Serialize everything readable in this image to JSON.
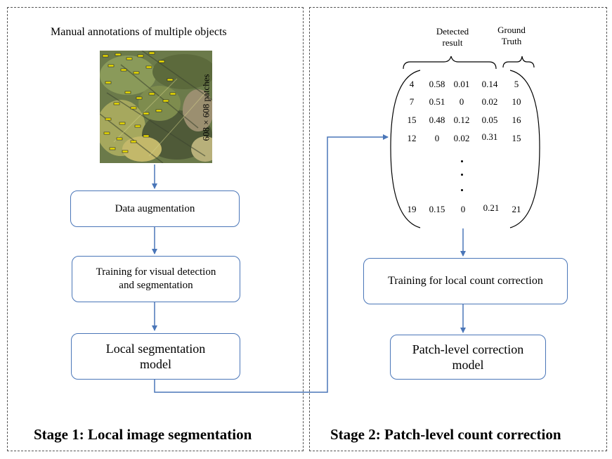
{
  "stage1": {
    "title": "Stage 1: Local image segmentation",
    "annotation_caption": "Manual annotations of multiple  objects",
    "patch_label": "608 × 608 patches",
    "box_augmentation": "Data augmentation",
    "box_training_line1": "Training  for visual detection",
    "box_training_line2": "and segmentation",
    "box_model_line1": "Local segmentation",
    "box_model_line2": "model"
  },
  "stage2": {
    "title": "Stage 2: Patch-level count correction",
    "header_detected_line1": "Detected",
    "header_detected_line2": "result",
    "header_truth_line1": "Ground",
    "header_truth_line2": "Truth",
    "matrix_rows": [
      [
        "4",
        "0.58",
        "0.01",
        "0.14",
        "5"
      ],
      [
        "7",
        "0.51",
        "0",
        "0.02",
        "10"
      ],
      [
        "15",
        "0.48",
        "0.12",
        "0.05",
        "16"
      ],
      [
        "12",
        "0",
        "0.02",
        "0.31",
        "15"
      ],
      [
        "19",
        "0.15",
        "0",
        "0.21",
        "21"
      ]
    ],
    "box_training": "Training  for local count correction",
    "box_model_line1": "Patch-level  correction",
    "box_model_line2": "model"
  }
}
